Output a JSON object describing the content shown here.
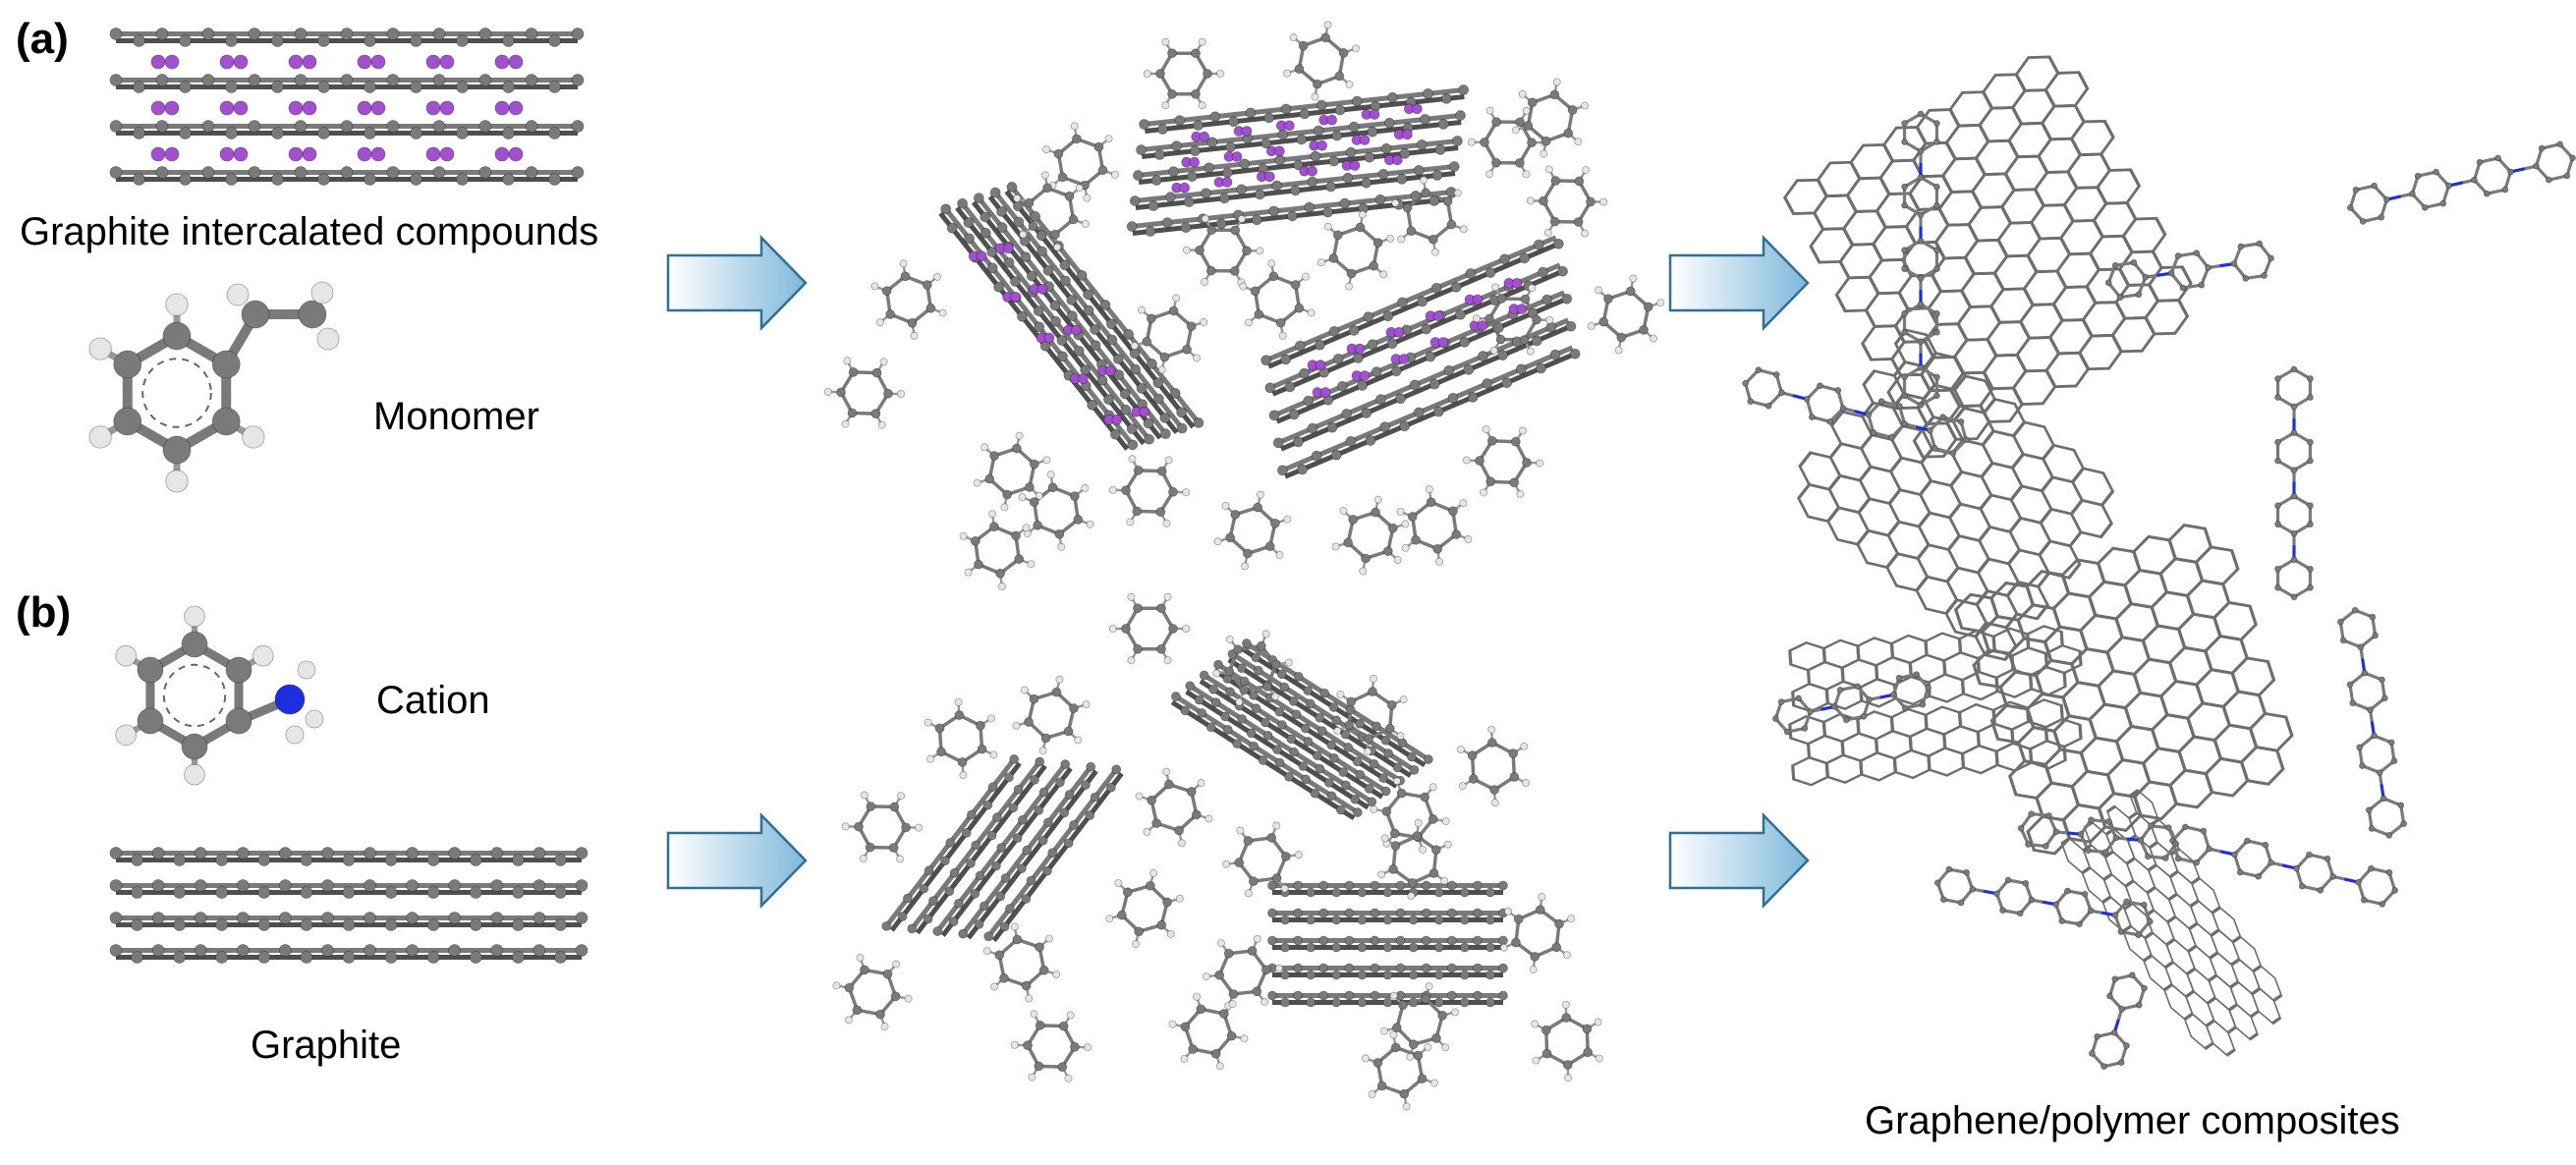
{
  "panels": {
    "a": {
      "label": "(a)",
      "gic_caption": "Graphite intercalated compounds",
      "monomer_caption": "Monomer"
    },
    "b": {
      "label": "(b)",
      "cation_caption": "Cation",
      "graphite_caption": "Graphite"
    }
  },
  "composites_caption": "Graphene/polymer composites",
  "colors": {
    "carbon": "#7a7a7a",
    "carbon_dark": "#4f4f4f",
    "hydrogen": "#e6e6e6",
    "intercalant": "#a24fd0",
    "nitrogen": "#1f2fe0",
    "arrow_fill_start": "#ffffff",
    "arrow_fill_end": "#7fb8da",
    "arrow_stroke": "#2f6f98"
  }
}
